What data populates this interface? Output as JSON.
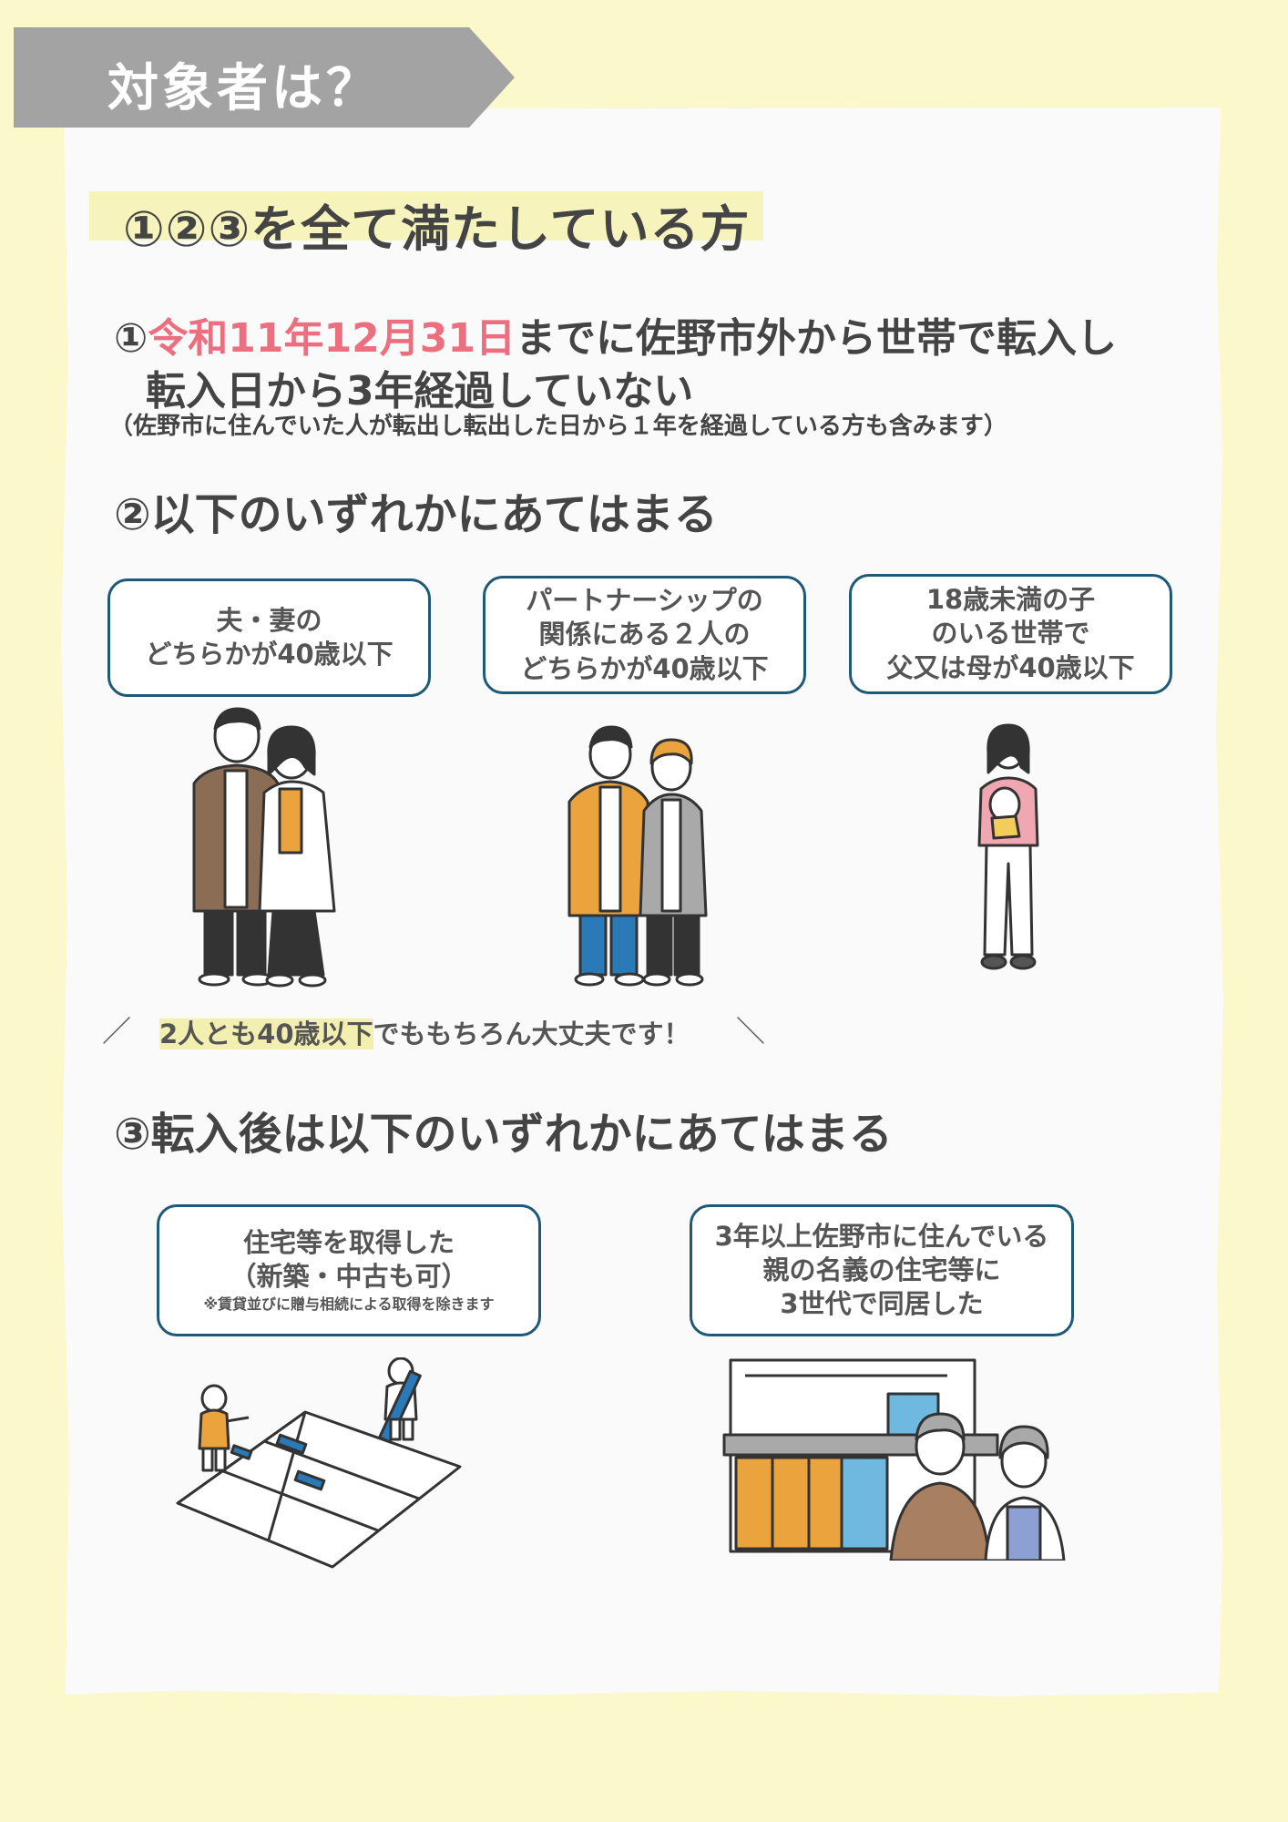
{
  "title": "対象者は？",
  "requirement_heading": "①②③を全て満たしている方",
  "item1": {
    "prefix": "①",
    "date_highlight": "令和11年12月31日",
    "line1_rest": "までに佐野市外から世帯で転入し",
    "line2": "転入日から3年経過していない",
    "note": "（佐野市に住んでいた人が転出し転出した日から１年を経過している方も含みます）"
  },
  "item2": {
    "heading": "②以下のいずれかにあてはまる",
    "boxes": [
      {
        "line1": "夫・妻の",
        "line2": "どちらかが40歳以下"
      },
      {
        "line1": "パートナーシップの",
        "line2": "関係にある２人の",
        "line3": "どちらかが40歳以下"
      },
      {
        "line1": "18歳未満の子",
        "line2": "のいる世帯で",
        "line3": "父又は母が40歳以下"
      }
    ],
    "note_highlight": "2人とも40歳以下",
    "note_rest": "でももちろん大丈夫です！",
    "note_left_slash": "／",
    "note_right_slash": "＼"
  },
  "item3": {
    "heading": "③転入後は以下のいずれかにあてはまる",
    "boxes": [
      {
        "line1": "住宅等を取得した",
        "line2": "（新築・中古も可）",
        "small": "※賃貸並びに贈与相続による取得を除きます"
      },
      {
        "line1": "3年以上佐野市に住んでいる",
        "line2": "親の名義の住宅等に",
        "line3": "3世代で同居した"
      }
    ]
  },
  "colors": {
    "background": "#fbf8cc",
    "paper": "#fafafa",
    "title_banner": "#a3a3a3",
    "box_border": "#1e5a78",
    "date_red": "#ec6f80",
    "highlight": "#f7f3bc"
  }
}
